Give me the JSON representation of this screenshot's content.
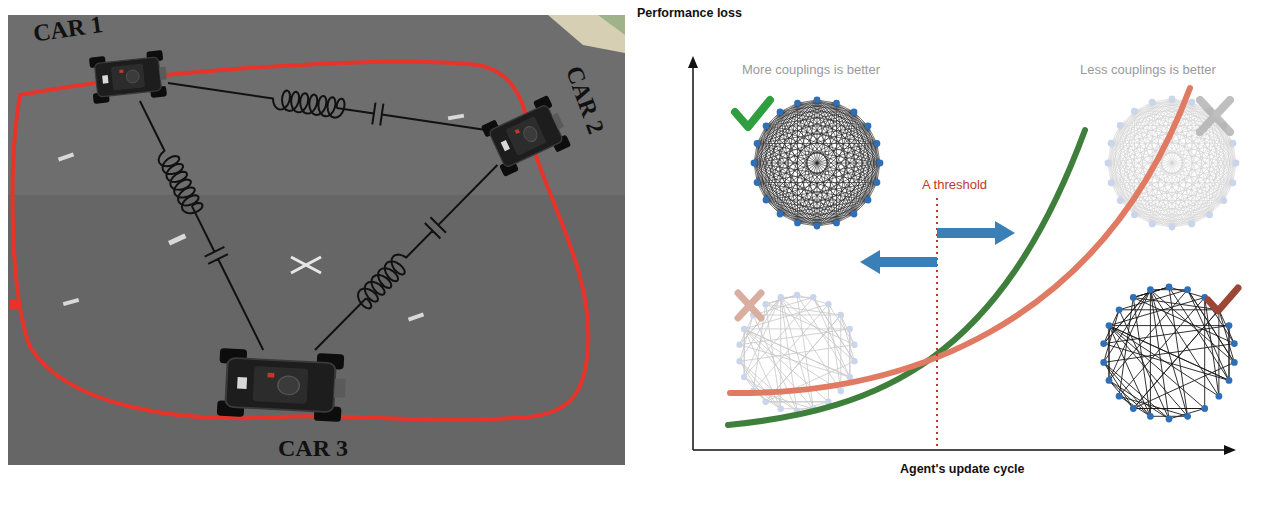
{
  "diagram": {
    "nodes": [
      {
        "text": [
          "CAR 1"
        ]
      },
      {
        "text": [
          "CAR 2"
        ]
      },
      {
        "text": [
          "CAR 3"
        ]
      }
    ],
    "edges": [
      {
        "from": 0,
        "to": 1,
        "arrow": "none"
      },
      {
        "from": 0,
        "to": 2,
        "arrow": "none"
      },
      {
        "from": 1,
        "to": 2,
        "arrow": "none"
      }
    ],
    "labels": [
      "Performance loss",
      "More couplings is better",
      "Less couplings is better",
      "A threshold",
      "Agent's update cycle"
    ]
  }
}
